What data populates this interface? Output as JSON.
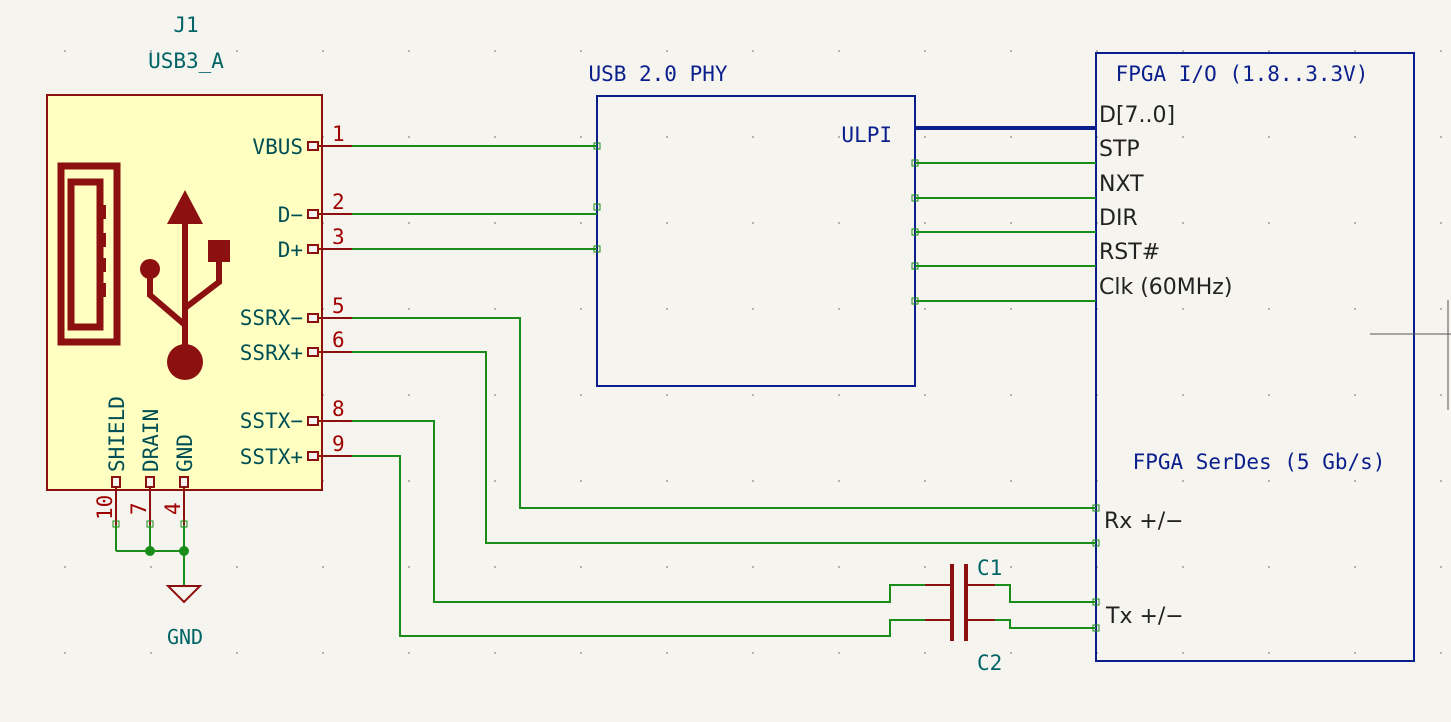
{
  "connector": {
    "ref": "J1",
    "value": "USB3_A",
    "pins": [
      {
        "name": "VBUS",
        "num": "1"
      },
      {
        "name": "D−",
        "num": "2"
      },
      {
        "name": "D+",
        "num": "3"
      },
      {
        "name": "SSRX−",
        "num": "5"
      },
      {
        "name": "SSRX+",
        "num": "6"
      },
      {
        "name": "SSTX−",
        "num": "8"
      },
      {
        "name": "SSTX+",
        "num": "9"
      }
    ],
    "bottom_pins": [
      {
        "name": "SHIELD",
        "num": "10"
      },
      {
        "name": "DRAIN",
        "num": "7"
      },
      {
        "name": "GND",
        "num": "4"
      }
    ]
  },
  "power": {
    "gnd_label": "GND"
  },
  "phy": {
    "title": "USB 2.0 PHY",
    "ulpi_label": "ULPI"
  },
  "fpga": {
    "io_title": "FPGA I/O (1.8..3.3V)",
    "signals": [
      "D[7..0]",
      "STP",
      "NXT",
      "DIR",
      "RST#",
      "Clk (60MHz)"
    ],
    "serdes_title": "FPGA SerDes (5 Gb/s)",
    "rx_label": "Rx +/−",
    "tx_label": "Tx +/−"
  },
  "capacitors": [
    {
      "ref": "C1"
    },
    {
      "ref": "C2"
    }
  ],
  "colors": {
    "background": "#f5f4ef",
    "wire": "#1a8c1a",
    "symbol_outline": "#8c1010",
    "symbol_fill": "#ffffc2",
    "text_teal": "#006466",
    "text_navy": "#0a1e8c",
    "bus": "#0a1e8c"
  }
}
